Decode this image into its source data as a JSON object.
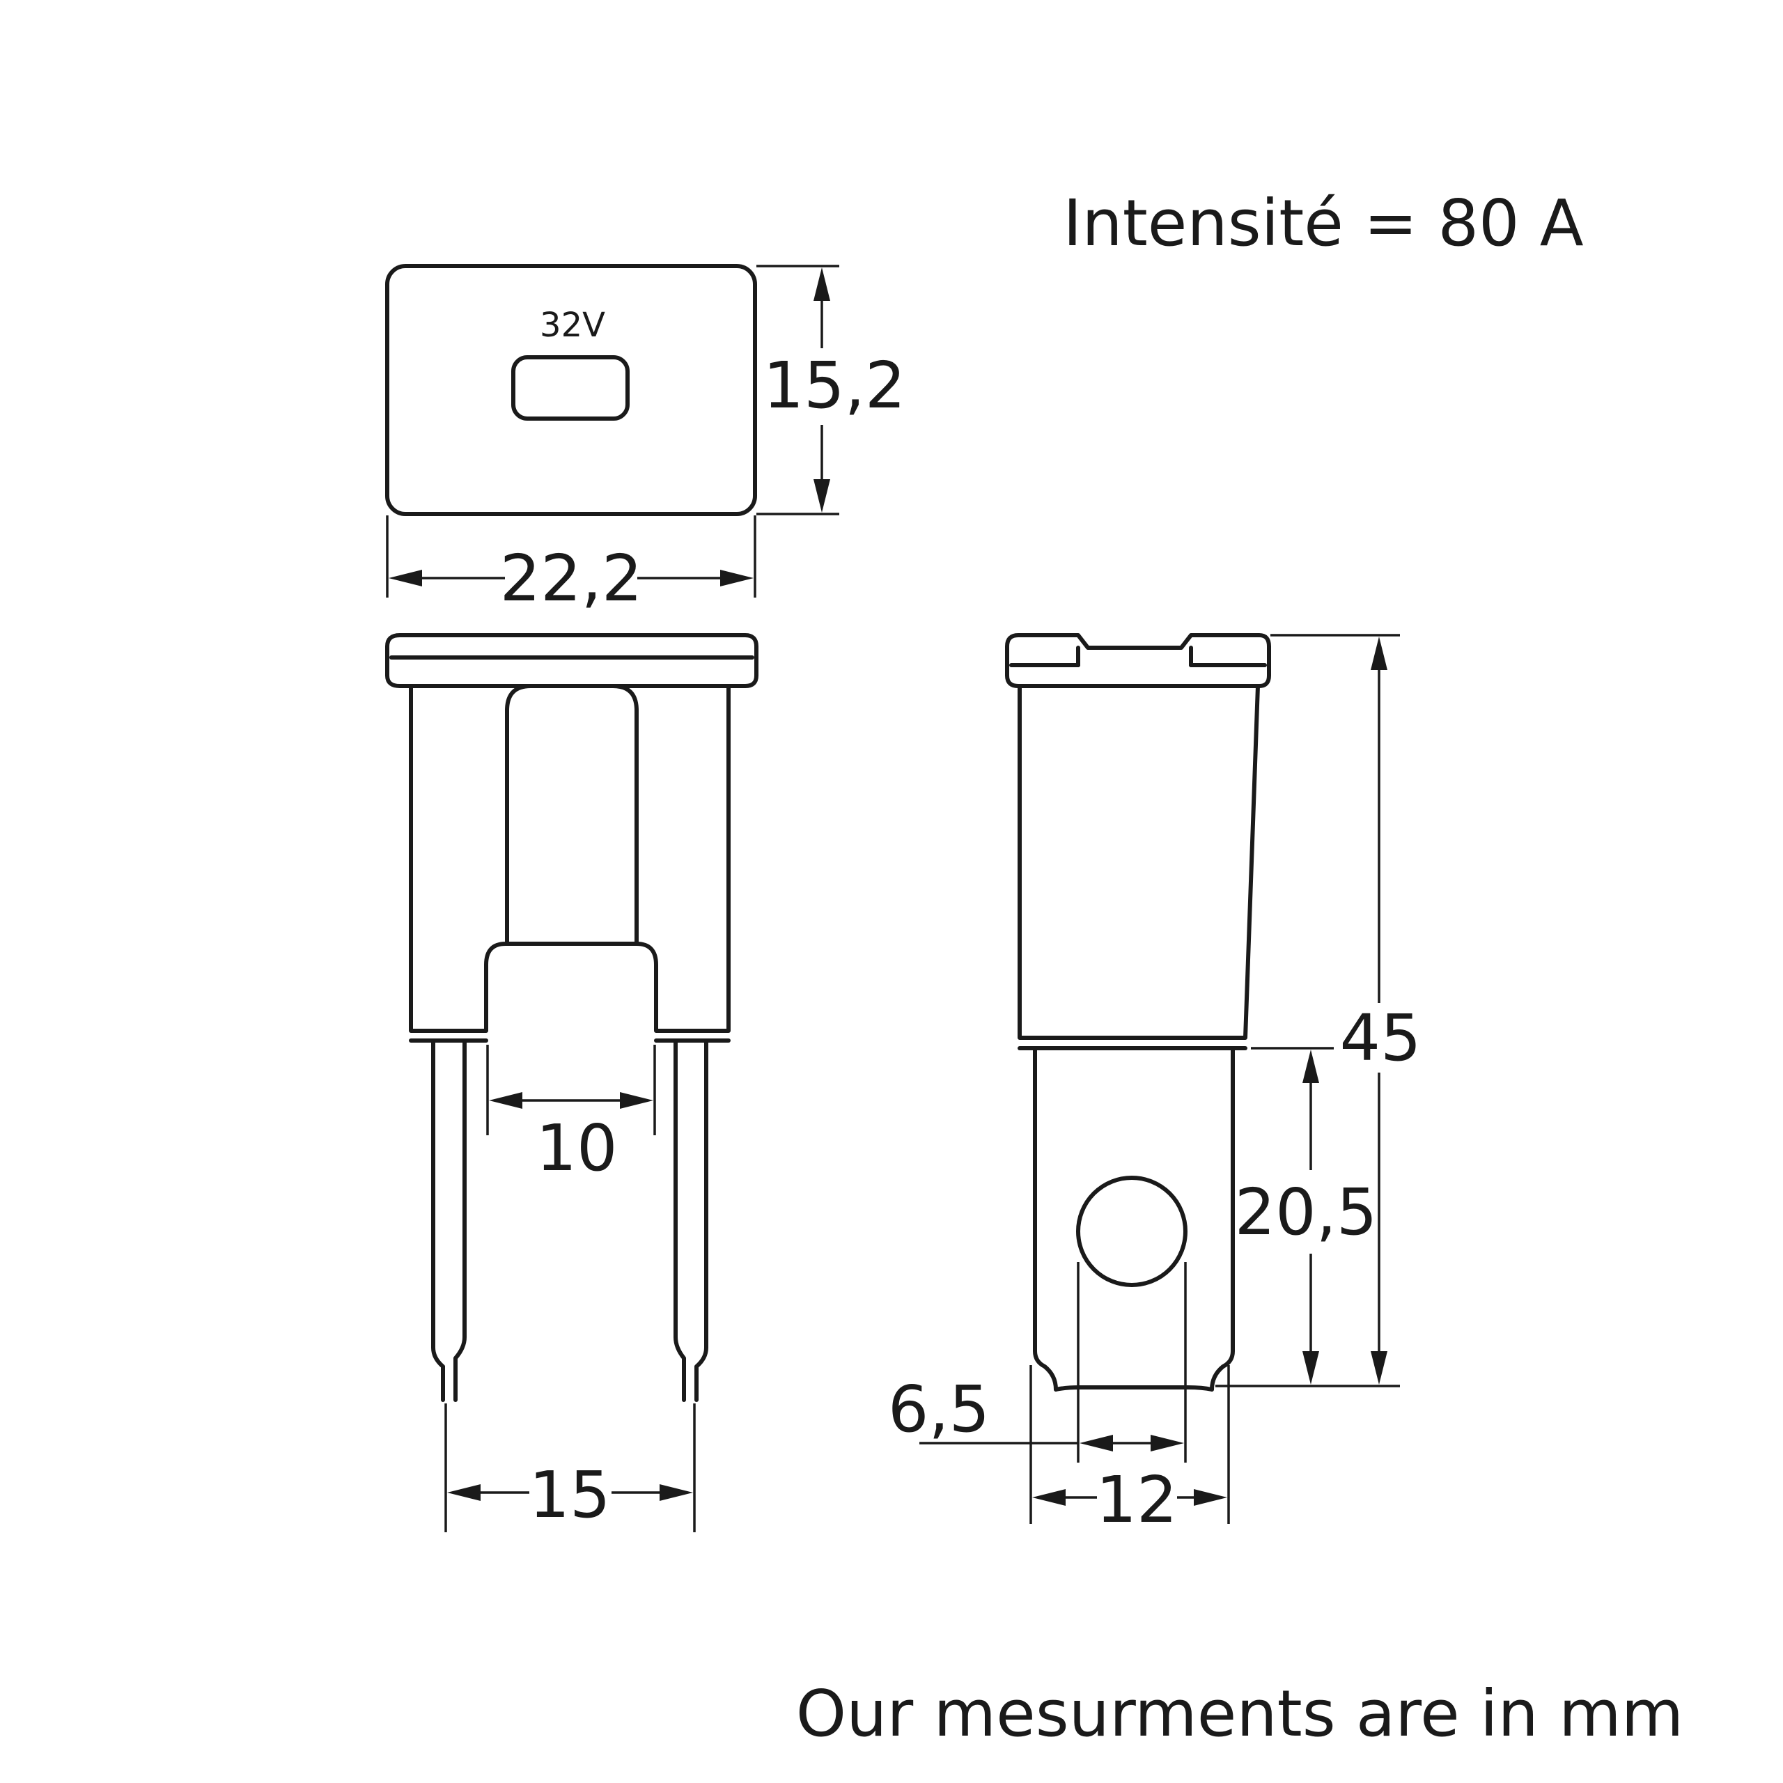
{
  "rating": "Intensité = 80 A",
  "voltage_marking": "32V",
  "dimensions": {
    "width_top": "22,2",
    "height_top": "15,2",
    "slot_width": "10",
    "terminal_pitch": "15",
    "overall_height": "45",
    "terminal_length": "20,5",
    "hole_diameter": "6,5",
    "terminal_width": "12"
  },
  "units_note": "Our mesurments are in mm"
}
